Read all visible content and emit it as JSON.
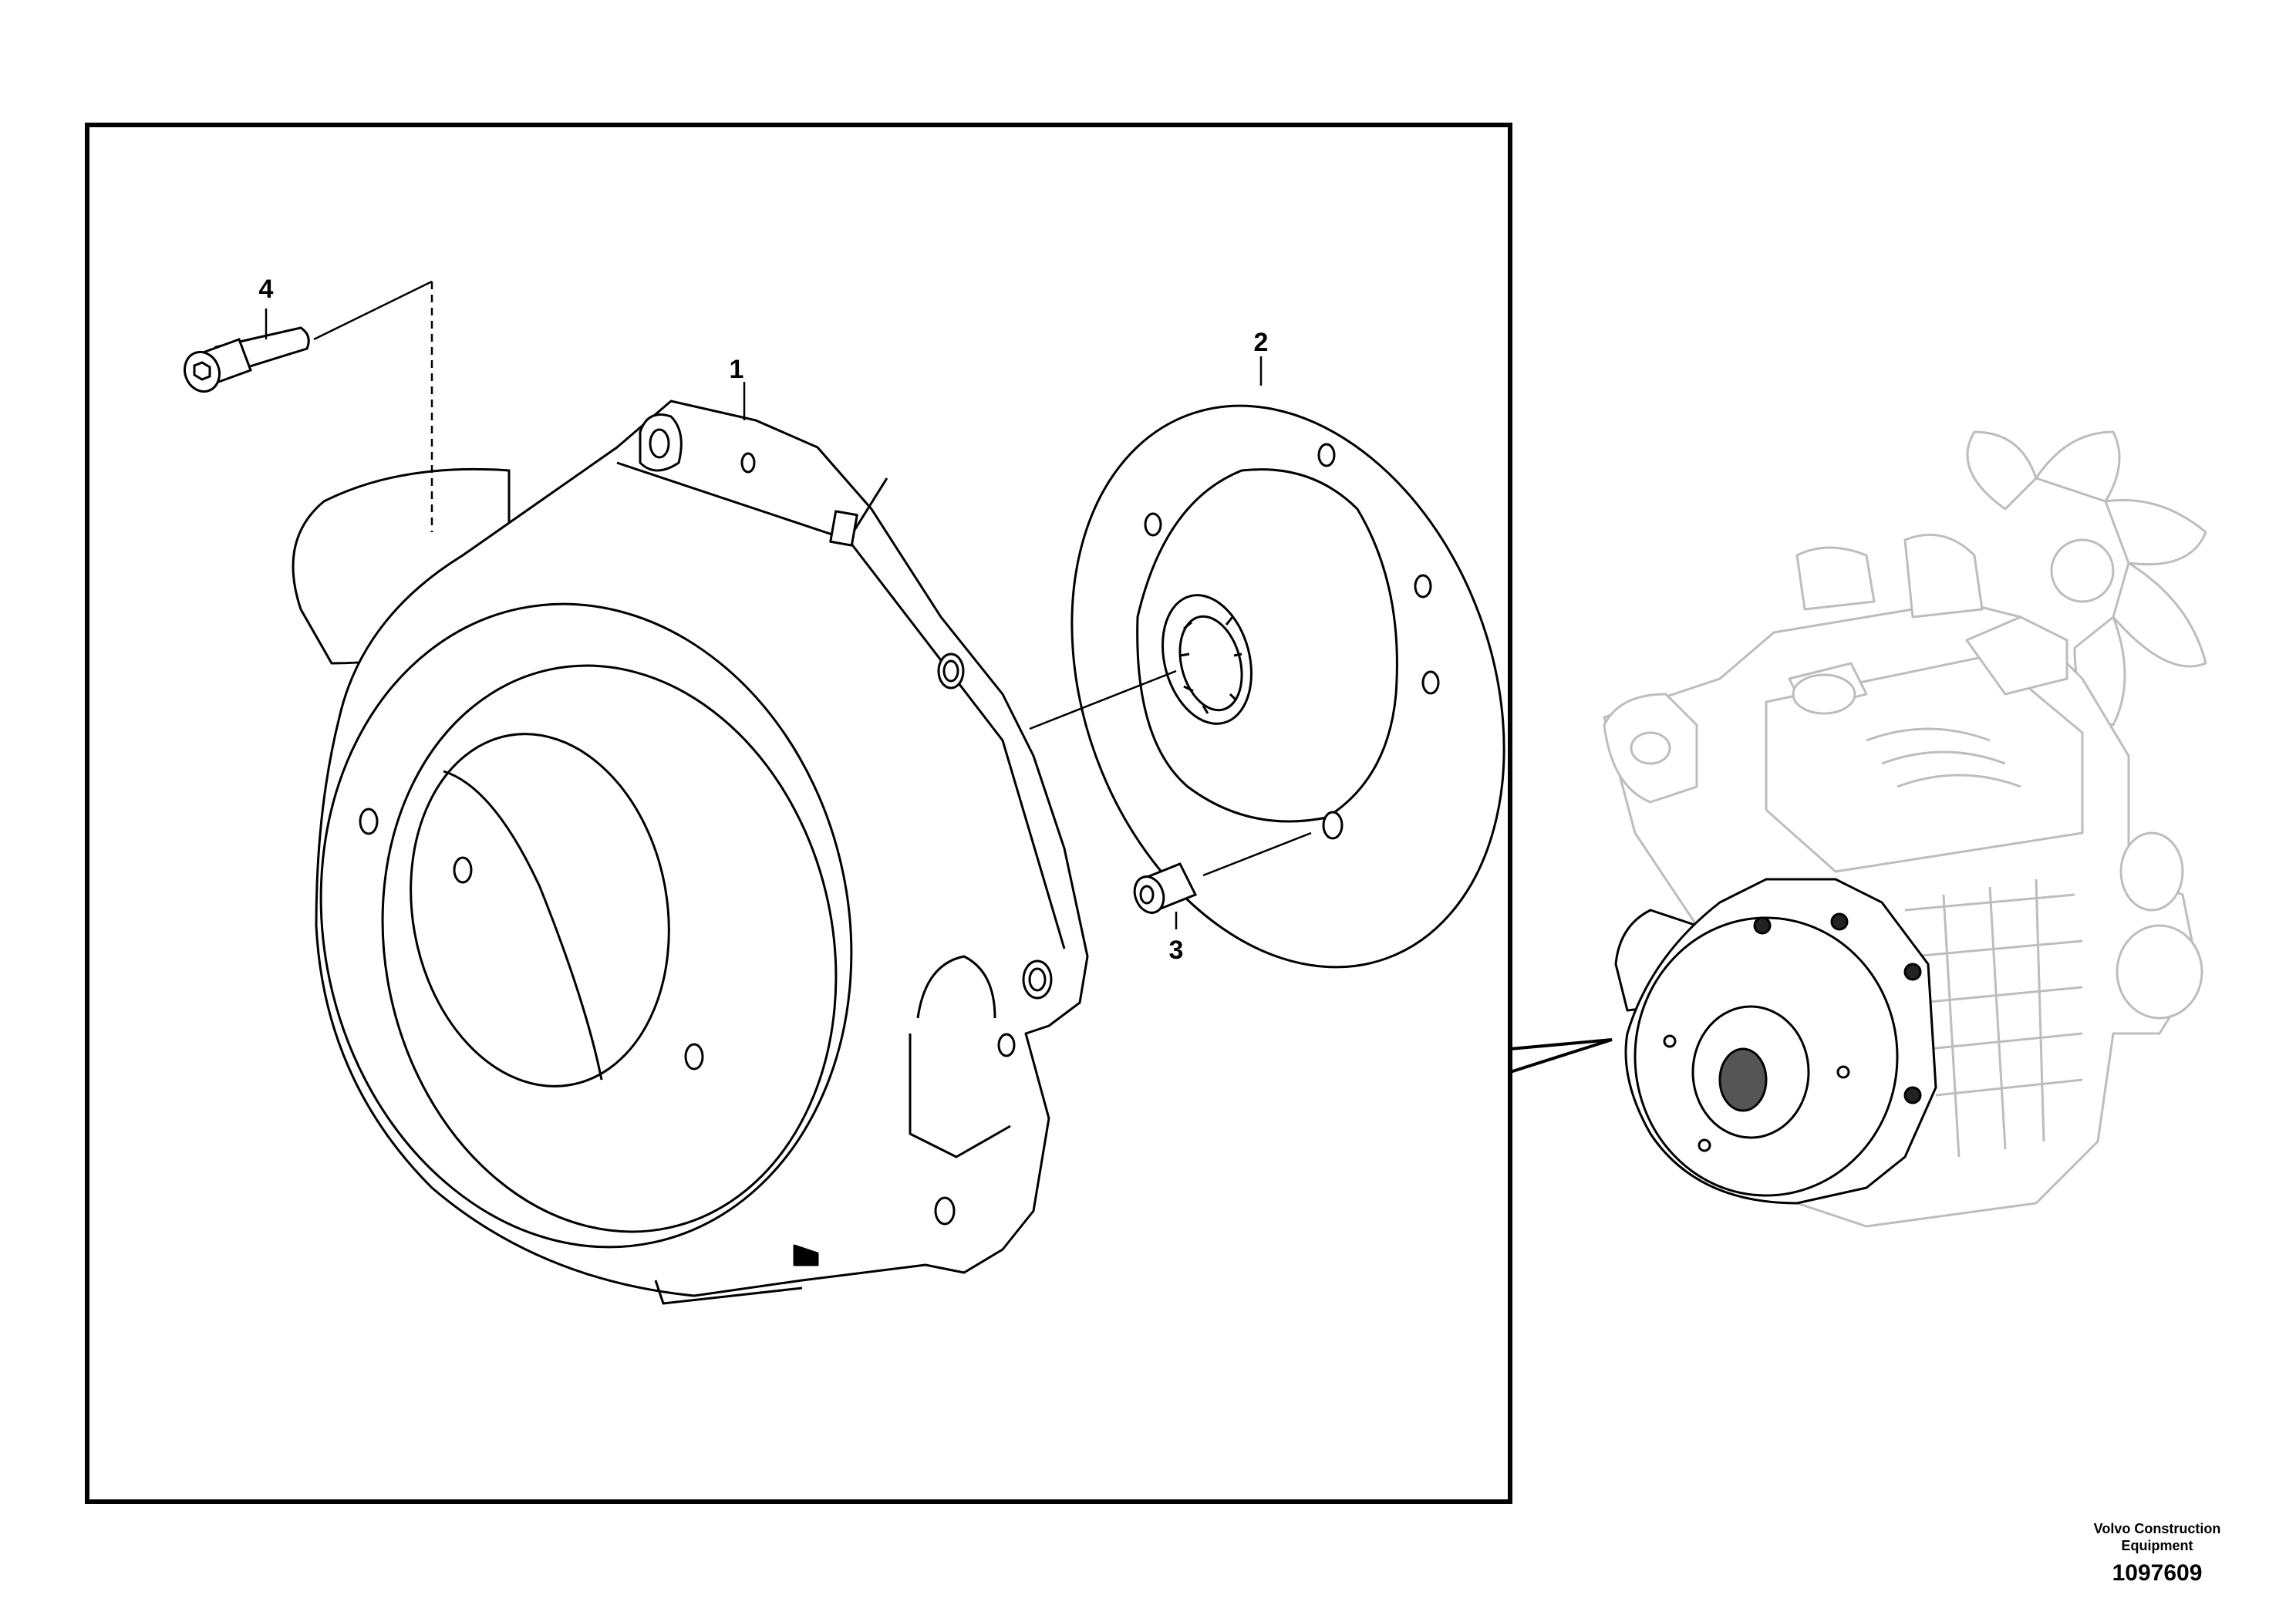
{
  "callouts": {
    "part1": "1",
    "part2": "2",
    "part3": "3",
    "part4": "4"
  },
  "footer": {
    "company_line1": "Volvo Construction",
    "company_line2": "Equipment",
    "drawing_number": "1097609"
  },
  "colors": {
    "ink": "#000000",
    "engine_shade": "#bdbdbd",
    "background": "#ffffff"
  }
}
